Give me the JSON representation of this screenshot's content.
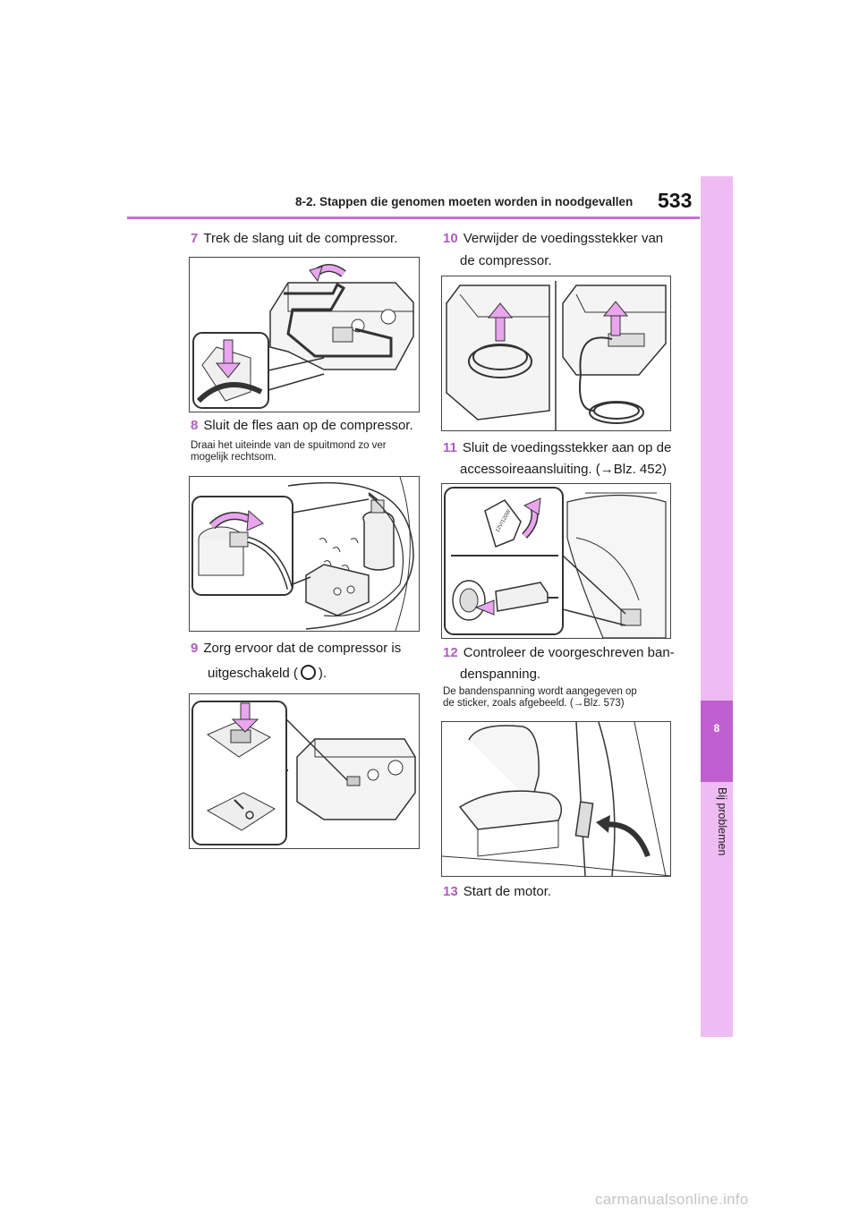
{
  "header": {
    "section_title": "8-2. Stappen die genomen moeten worden in noodgevallen",
    "page_number": "533"
  },
  "side_tab": {
    "chapter_number": "8",
    "chapter_label": "Bij problemen"
  },
  "steps": {
    "s7": {
      "num": "7",
      "text": "Trek de slang uit de compressor."
    },
    "s8": {
      "num": "8",
      "text": "Sluit de fles aan op de compressor.",
      "note": "Draai het uiteinde van de spuitmond zo ver mogelijk rechtsom."
    },
    "s9": {
      "num": "9",
      "text_line1": "Zorg ervoor dat de compressor is",
      "text_line2_pre": "uitgeschakeld (",
      "text_line2_post": ")."
    },
    "s10": {
      "num": "10",
      "text_line1": "Verwijder de voedingsstekker van",
      "text_line2": "de compressor."
    },
    "s11": {
      "num": "11",
      "text_line1": "Sluit de voedingsstekker aan op de",
      "text_line2": "accessoireaansluiting. (→Blz. 452)"
    },
    "s12": {
      "num": "12",
      "text_line1": "Controleer de voorgeschreven ban-",
      "text_line2": "denspanning.",
      "note_line1": "De bandenspanning wordt aangegeven op",
      "note_line2": "de sticker, zoals afgebeeld. (→Blz. 573)"
    },
    "s13": {
      "num": "13",
      "text": "Start de motor."
    }
  },
  "figures": {
    "fig11_plug_label": "12V/120W"
  },
  "accent_color": "#c86fd6",
  "arrow_color": "#e9a6ef",
  "watermark": "carmanualsonline.info"
}
